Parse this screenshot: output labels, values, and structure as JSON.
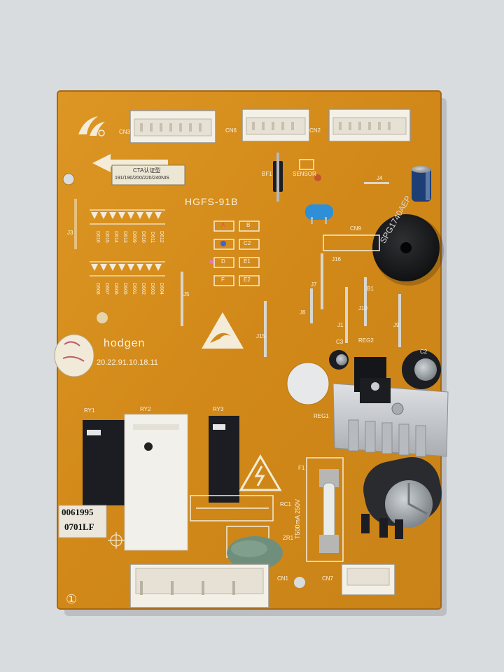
{
  "board": {
    "model": "HGFS-91B",
    "brand": "hodgen",
    "date_code": "20.22.91.10.18.11",
    "cta_label": "CTA认证型",
    "cta_models": "191/190/200/220/240NIS",
    "sticker_line1": "0061995",
    "sticker_line2": "0701LF",
    "buzzer_text": "SPG1740AEP",
    "fuse_text": "T500mA 250V",
    "corner_mark": "①"
  },
  "connectors": [
    "CN3",
    "CN6",
    "CN2",
    "CN9",
    "CN1",
    "CN7"
  ],
  "jumpers": [
    "J3",
    "J4",
    "J5",
    "J6",
    "J7",
    "J1",
    "J9",
    "J10",
    "J15",
    "J16"
  ],
  "relays": [
    "RY1",
    "RY2",
    "RY3"
  ],
  "misc_labels": [
    "BF1",
    "SENSOR",
    "REG1",
    "REG2",
    "RC1",
    "ZR1",
    "F1",
    "C2",
    "C3",
    "B1"
  ],
  "pads": [
    "A",
    "B",
    "C2",
    "D",
    "E1",
    "F",
    "E2"
  ],
  "diodes_top": [
    "D616",
    "D615",
    "D614",
    "D613",
    "D609",
    "D610",
    "D611",
    "D612"
  ],
  "diodes_bottom": [
    "D608",
    "D607",
    "D606",
    "D605",
    "D601",
    "D602",
    "D603",
    "D604"
  ],
  "colors": {
    "background": "#d9dcdf",
    "pcb": "#d8901e",
    "silkscreen": "#f4ecd8",
    "connector": "#f3f0e8",
    "relay_black": "#1b1d22",
    "capacitor_blue": "#2c5a8a",
    "capacitor_green": "#6f8f7c",
    "heatsink": "#c9ccd1"
  }
}
